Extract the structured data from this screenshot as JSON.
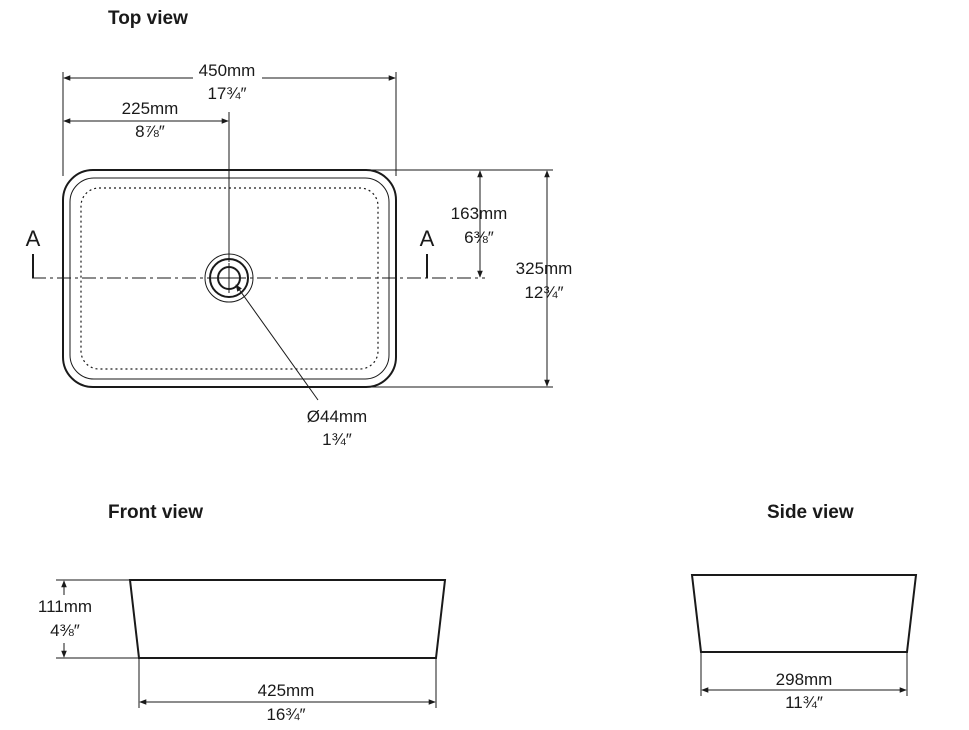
{
  "views": {
    "top": {
      "title": "Top view",
      "width_mm": "450mm",
      "width_in": "17¾″",
      "half_width_mm": "225mm",
      "half_width_in": "8⅞″",
      "waste_offset_mm": "163mm",
      "waste_offset_in": "6⅜″",
      "depth_mm": "325mm",
      "depth_in": "12¾″",
      "waste_dia_mm": "Ø44mm",
      "waste_dia_in": "1¾″",
      "section_label": "A"
    },
    "front": {
      "title": "Front view",
      "height_mm": "111mm",
      "height_in": "4⅜″",
      "base_width_mm": "425mm",
      "base_width_in": "16¾″"
    },
    "side": {
      "title": "Side view",
      "base_depth_mm": "298mm",
      "base_depth_in": "11¾″"
    }
  }
}
